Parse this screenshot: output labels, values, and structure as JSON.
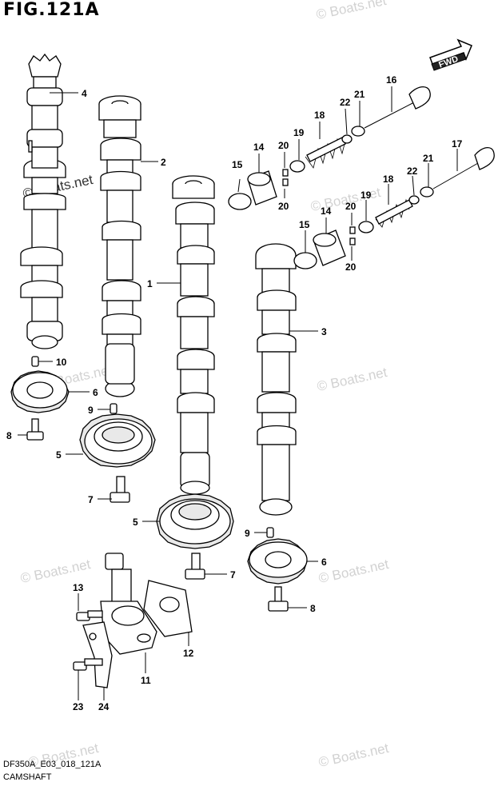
{
  "figure": {
    "title": "FIG.121A"
  },
  "footer": {
    "code": "DF350A_E03_018_121A",
    "name": "CAMSHAFT"
  },
  "arrow": {
    "label": "FWD"
  },
  "watermark": {
    "text": "© Boats.net"
  },
  "callouts": {
    "c1": "1",
    "c2": "2",
    "c3": "3",
    "c4": "4",
    "c5a": "5",
    "c5b": "5",
    "c6a": "6",
    "c6b": "6",
    "c7a": "7",
    "c7b": "7",
    "c8a": "8",
    "c8b": "8",
    "c9a": "9",
    "c9b": "9",
    "c10": "10",
    "c11": "11",
    "c12": "12",
    "c13": "13",
    "c14a": "14",
    "c14b": "14",
    "c15a": "15",
    "c15b": "15",
    "c16": "16",
    "c17": "17",
    "c18a": "18",
    "c18b": "18",
    "c19a": "19",
    "c19b": "19",
    "c20a": "20",
    "c20b": "20",
    "c20c": "20",
    "c20d": "20",
    "c21a": "21",
    "c21b": "21",
    "c22a": "22",
    "c22b": "22",
    "c23": "23",
    "c24": "24"
  }
}
